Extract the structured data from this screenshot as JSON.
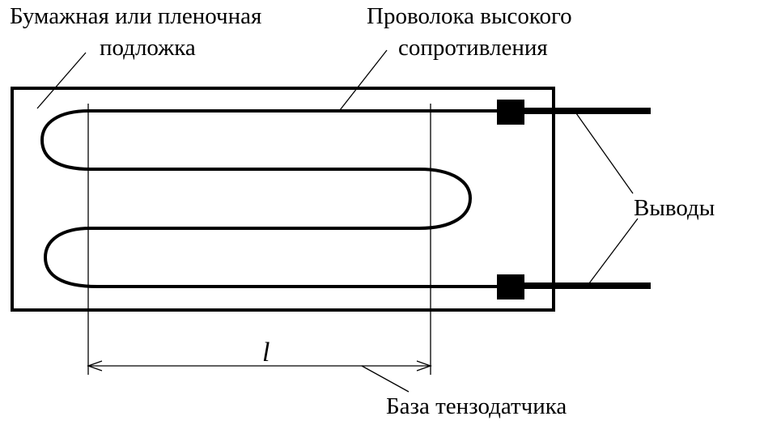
{
  "labels": {
    "substrate_line1": "Бумажная или пленочная",
    "substrate_line2": "подложка",
    "wire_line1": "Проволока высокого",
    "wire_line2": "сопротивления",
    "terminals": "Выводы",
    "base_symbol": "l",
    "base": "База тензодатчика"
  },
  "colors": {
    "ink": "#000000",
    "background": "#ffffff"
  }
}
